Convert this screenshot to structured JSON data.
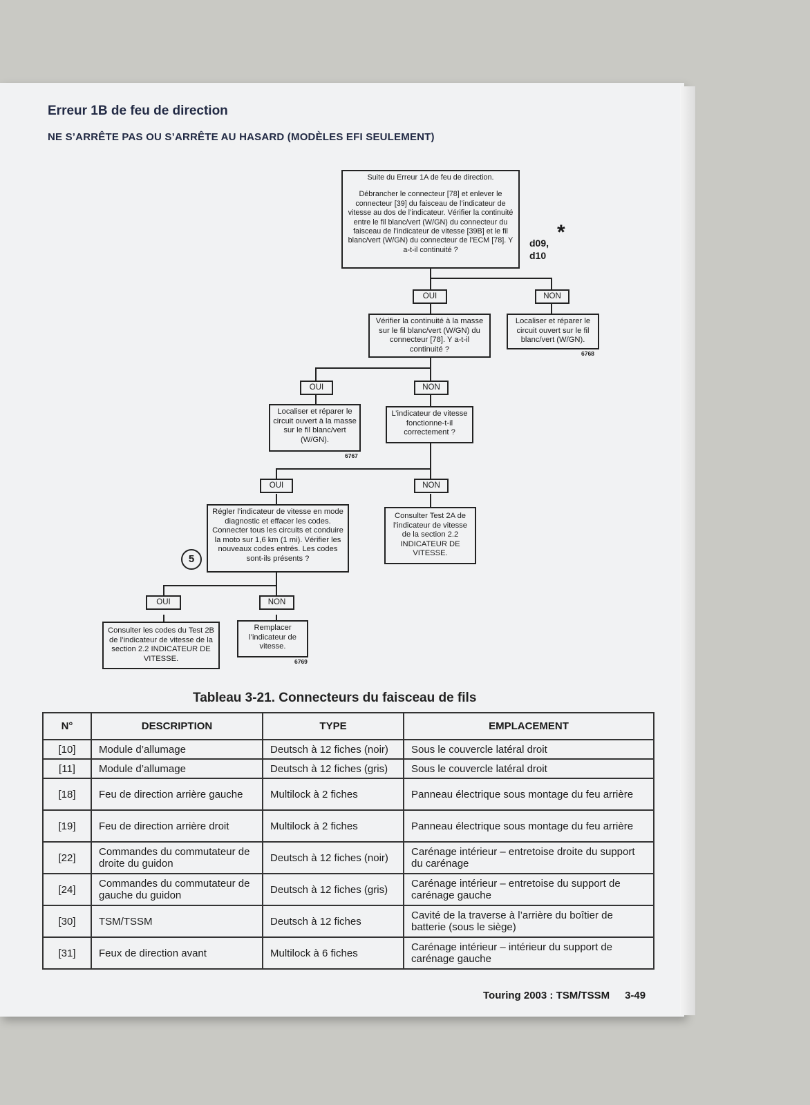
{
  "heading": {
    "title": "Erreur 1B de feu de direction",
    "subtitle": "NE S’ARRÊTE PAS OU S’ARRÊTE AU HASARD (MODÈLES EFI SEULEMENT)"
  },
  "flowchart": {
    "start_line1": "Suite du Erreur 1A de feu de direction.",
    "start_line2": "Débrancher le connecteur [78] et enlever le connecteur [39] du faisceau de l’indicateur de vitesse au dos de l’indicateur. Vérifier la continuité entre le fil blanc/vert (W/GN) du connecteur du faisceau de l’indicateur de vitesse [39B] et le fil blanc/vert (W/GN) du connecteur de l’ECM [78]. Y a-t-il continuité ?",
    "codes_line1": "d09,",
    "codes_line2": "d10",
    "star": "*",
    "oui": "OUI",
    "non": "NON",
    "step_number": "5",
    "q2": "Vérifier la continuité à la masse sur le fil blanc/vert (W/GN) du connecteur [78]. Y a-t-il continuité ?",
    "repair1": "Localiser et réparer le circuit ouvert sur le fil blanc/vert (W/GN).",
    "ref1": "6768",
    "repair2": "Localiser et réparer le circuit ouvert à la masse sur le fil blanc/vert (W/GN).",
    "ref2": "6767",
    "q3": "L’indicateur de vitesse fonctionne-t-il correctement ?",
    "q4": "Régler l’indicateur de vitesse en mode diagnostic et effacer les codes. Connecter tous les circuits et conduire la moto sur 1,6 km (1 mi). Vérifier les nouveaux codes entrés. Les codes sont-ils présents ?",
    "test2a": "Consulter Test 2A de l’indicateur de vitesse de la section 2.2 INDICATEUR DE VITESSE.",
    "test2b": "Consulter les codes du Test 2B de l’indicateur de vitesse de la section 2.2 INDICATEUR DE VITESSE.",
    "replace": "Remplacer l’indicateur de vitesse.",
    "ref3": "6769"
  },
  "table": {
    "caption": "Tableau 3-21. Connecteurs du faisceau de fils",
    "headers": [
      "N°",
      "DESCRIPTION",
      "TYPE",
      "EMPLACEMENT"
    ],
    "rows": [
      {
        "n": "[10]",
        "desc": "Module d’allumage",
        "type": "Deutsch à 12 fiches (noir)",
        "loc": "Sous le couvercle latéral droit"
      },
      {
        "n": "[11]",
        "desc": "Module d’allumage",
        "type": "Deutsch à 12 fiches (gris)",
        "loc": "Sous le couvercle latéral droit"
      },
      {
        "n": "[18]",
        "desc": "Feu de direction arrière gauche",
        "type": "Multilock à 2 fiches",
        "loc": "Panneau électrique sous montage du feu arrière"
      },
      {
        "n": "[19]",
        "desc": "Feu de direction arrière droit",
        "type": "Multilock à 2 fiches",
        "loc": "Panneau électrique sous montage du feu arrière"
      },
      {
        "n": "[22]",
        "desc": "Commandes du commutateur de droite du guidon",
        "type": "Deutsch à 12 fiches (noir)",
        "loc": "Carénage intérieur – entretoise droite du support du carénage"
      },
      {
        "n": "[24]",
        "desc": "Commandes du commutateur de gauche du guidon",
        "type": "Deutsch à 12 fiches (gris)",
        "loc": "Carénage intérieur – entretoise du support de carénage gauche"
      },
      {
        "n": "[30]",
        "desc": "TSM/TSSM",
        "type": "Deutsch à 12 fiches",
        "loc": "Cavité de la traverse à l’arrière du boîtier de batterie (sous le siège)"
      },
      {
        "n": "[31]",
        "desc": "Feux de direction avant",
        "type": "Multilock à 6 fiches",
        "loc": "Carénage intérieur – intérieur du support de carénage gauche"
      }
    ]
  },
  "footer": {
    "manual": "Touring 2003 : TSM/TSSM",
    "page": "3-49"
  }
}
